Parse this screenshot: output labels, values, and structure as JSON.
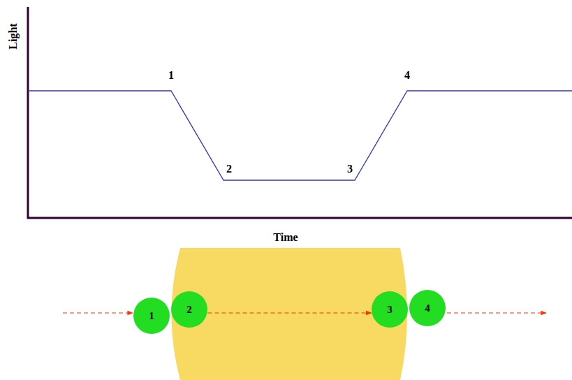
{
  "diagram": {
    "nodes": [
      {
        "text": [
          "1"
        ]
      },
      {
        "text": [
          "2"
        ]
      },
      {
        "text": [
          "3"
        ]
      },
      {
        "text": [
          "4"
        ]
      }
    ],
    "edges": [
      {
        "from": 1,
        "to": 2,
        "arrow": "to"
      }
    ],
    "labels": [
      "Light",
      "1",
      "2",
      "3",
      "4",
      "Time"
    ]
  }
}
